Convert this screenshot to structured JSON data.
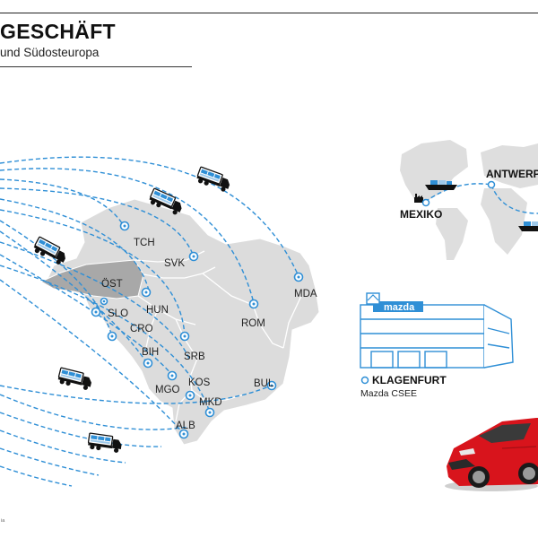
{
  "header": {
    "title": "GESCHÄFT",
    "subtitle": "und Südosteuropa"
  },
  "countries": [
    {
      "code": "TCH"
    },
    {
      "code": "SVK"
    },
    {
      "code": "ÖST"
    },
    {
      "code": "SLO"
    },
    {
      "code": "HUN"
    },
    {
      "code": "CRO"
    },
    {
      "code": "ROM"
    },
    {
      "code": "MDA"
    },
    {
      "code": "BIH"
    },
    {
      "code": "SRB"
    },
    {
      "code": "MGO"
    },
    {
      "code": "KOS"
    },
    {
      "code": "MKD"
    },
    {
      "code": "BUL"
    },
    {
      "code": "ALB"
    }
  ],
  "world_inset": {
    "origin": "MEXIKO",
    "port": "ANTWERP"
  },
  "hub": {
    "city": "KLAGENFURT",
    "company": "Mazda CSEE",
    "brand": "mazda"
  },
  "footnote": "ia",
  "colors": {
    "route_blue": "#2f8fd6",
    "land_gray": "#dcdcdc",
    "austria_gray": "#a8a8a8",
    "car_red": "#d8141c"
  }
}
